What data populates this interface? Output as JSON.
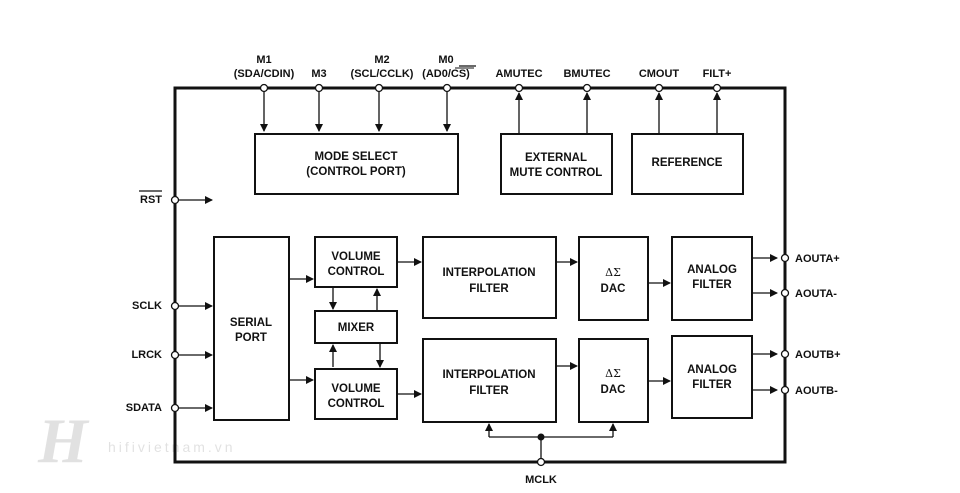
{
  "pins_top": {
    "m1": {
      "line1": "M1",
      "line2": "(SDA/CDIN)"
    },
    "m3": {
      "line1": "M3"
    },
    "m2": {
      "line1": "M2",
      "line2": "(SCL/CCLK)"
    },
    "m0": {
      "line1": "M0",
      "line2_a": "(AD0/",
      "line2_b": "CS",
      "line2_c": ")"
    },
    "amutec": "AMUTEC",
    "bmutec": "BMUTEC",
    "cmout": "CMOUT",
    "filt": "FILT+"
  },
  "pins_left": {
    "rst": "RST",
    "sclk": "SCLK",
    "lrck": "LRCK",
    "sdata": "SDATA"
  },
  "pins_right": {
    "aouta_pos": "AOUTA+",
    "aouta_neg": "AOUTA-",
    "aoutb_pos": "AOUTB+",
    "aoutb_neg": "AOUTB-"
  },
  "pins_bottom": {
    "mclk": "MCLK"
  },
  "blocks": {
    "mode_select": {
      "line1": "MODE SELECT",
      "line2": "(CONTROL PORT)"
    },
    "external_mute": {
      "line1": "EXTERNAL",
      "line2": "MUTE CONTROL"
    },
    "reference": "REFERENCE",
    "serial_port": {
      "line1": "SERIAL",
      "line2": "PORT"
    },
    "volume_a": {
      "line1": "VOLUME",
      "line2": "CONTROL"
    },
    "mixer": "MIXER",
    "volume_b": {
      "line1": "VOLUME",
      "line2": "CONTROL"
    },
    "interp_a": {
      "line1": "INTERPOLATION",
      "line2": "FILTER"
    },
    "interp_b": {
      "line1": "INTERPOLATION",
      "line2": "FILTER"
    },
    "dac_a": {
      "line1": "ΔΣ",
      "line2": "DAC"
    },
    "dac_b": {
      "line1": "ΔΣ",
      "line2": "DAC"
    },
    "analog_a": {
      "line1": "ANALOG",
      "line2": "FILTER"
    },
    "analog_b": {
      "line1": "ANALOG",
      "line2": "FILTER"
    }
  },
  "watermark": {
    "logo": "H",
    "text": "hifivietnam.vn"
  }
}
